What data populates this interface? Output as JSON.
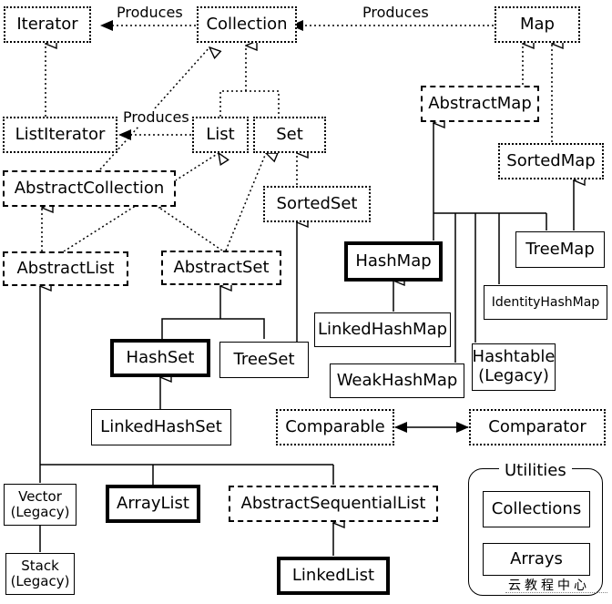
{
  "labels": {
    "produces_iter": "Produces",
    "produces_map": "Produces",
    "produces_listiter": "Produces"
  },
  "boxes": {
    "iterator": "Iterator",
    "collection": "Collection",
    "map": "Map",
    "list_iterator": "ListIterator",
    "list": "List",
    "set": "Set",
    "abstract_map": "AbstractMap",
    "abstract_collection": "AbstractCollection",
    "sorted_set": "SortedSet",
    "sorted_map": "SortedMap",
    "abstract_list": "AbstractList",
    "abstract_set": "AbstractSet",
    "hash_map": "HashMap",
    "tree_map": "TreeMap",
    "identity_hash_map": "IdentityHashMap",
    "linked_hash_map": "LinkedHashMap",
    "hash_set": "HashSet",
    "tree_set": "TreeSet",
    "hashtable_name": "Hashtable",
    "hashtable_note": "(Legacy)",
    "weak_hash_map": "WeakHashMap",
    "linked_hash_set": "LinkedHashSet",
    "comparable": "Comparable",
    "comparator": "Comparator",
    "vector_name": "Vector",
    "vector_note": "(Legacy)",
    "array_list": "ArrayList",
    "abstract_sequential_list": "AbstractSequentialList",
    "stack_name": "Stack",
    "stack_note": "(Legacy)",
    "linked_list": "LinkedList",
    "collections": "Collections",
    "arrays": "Arrays"
  },
  "utilities_title": "Utilities",
  "watermark": "云教程中心"
}
